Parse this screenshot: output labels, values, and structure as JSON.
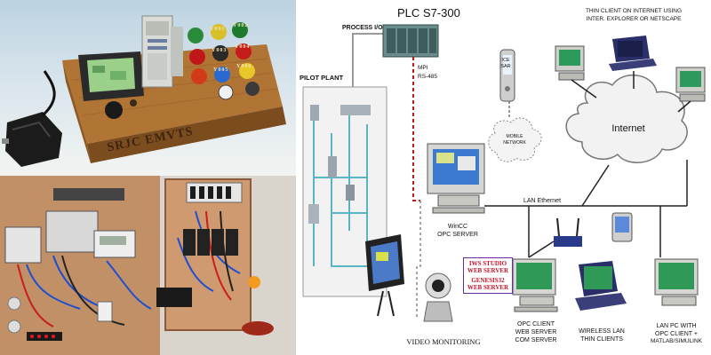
{
  "photos": {
    "trainer_panel_engraving": "SRJC EMVTS",
    "trainer_button_labels": [
      "Y001",
      "Y002",
      "Y003",
      "Y004",
      "Y005",
      "Y006"
    ]
  },
  "diagram": {
    "plc_title": "PLC S7-300",
    "process_io": "PROCESS I/O",
    "pilot_plant": "PILOT PLANT",
    "mpi": "MPI",
    "rs485": "RS-485",
    "thin_client_line1": "THIN CLIENT ON INTERNET USING",
    "thin_client_line2": "INTER. EXPLORER OR NETSCAPE",
    "internet": "Internet",
    "mobile_network_line1": "MOBILE",
    "mobile_network_line2": "NETWORK",
    "phone_brand_line1": "ICE",
    "phone_brand_line2": "SAR",
    "wincc_line1": "WinCC",
    "wincc_line2": "OPC SERVER",
    "lan_ethernet": "LAN Ethernet",
    "iws_line1": "IWS STUDIO",
    "iws_line2": "WEB SERVER",
    "genesis_line1": "GENESIS32",
    "genesis_line2": "WEB SERVER",
    "opc_client_line1": "OPC CLIENT",
    "opc_client_line2": "WEB SERVER",
    "opc_client_line3": "COM SERVER",
    "wireless_line1": "WIRELESS LAN",
    "wireless_line2": "THIN CLIENTS",
    "lan_pc_line1": "LAN PC WITH",
    "lan_pc_line2": "OPC CLIENT +",
    "lan_pc_line3": "MATLAB/SIMULINK",
    "video_monitoring": "VIDEO MONITORING"
  }
}
